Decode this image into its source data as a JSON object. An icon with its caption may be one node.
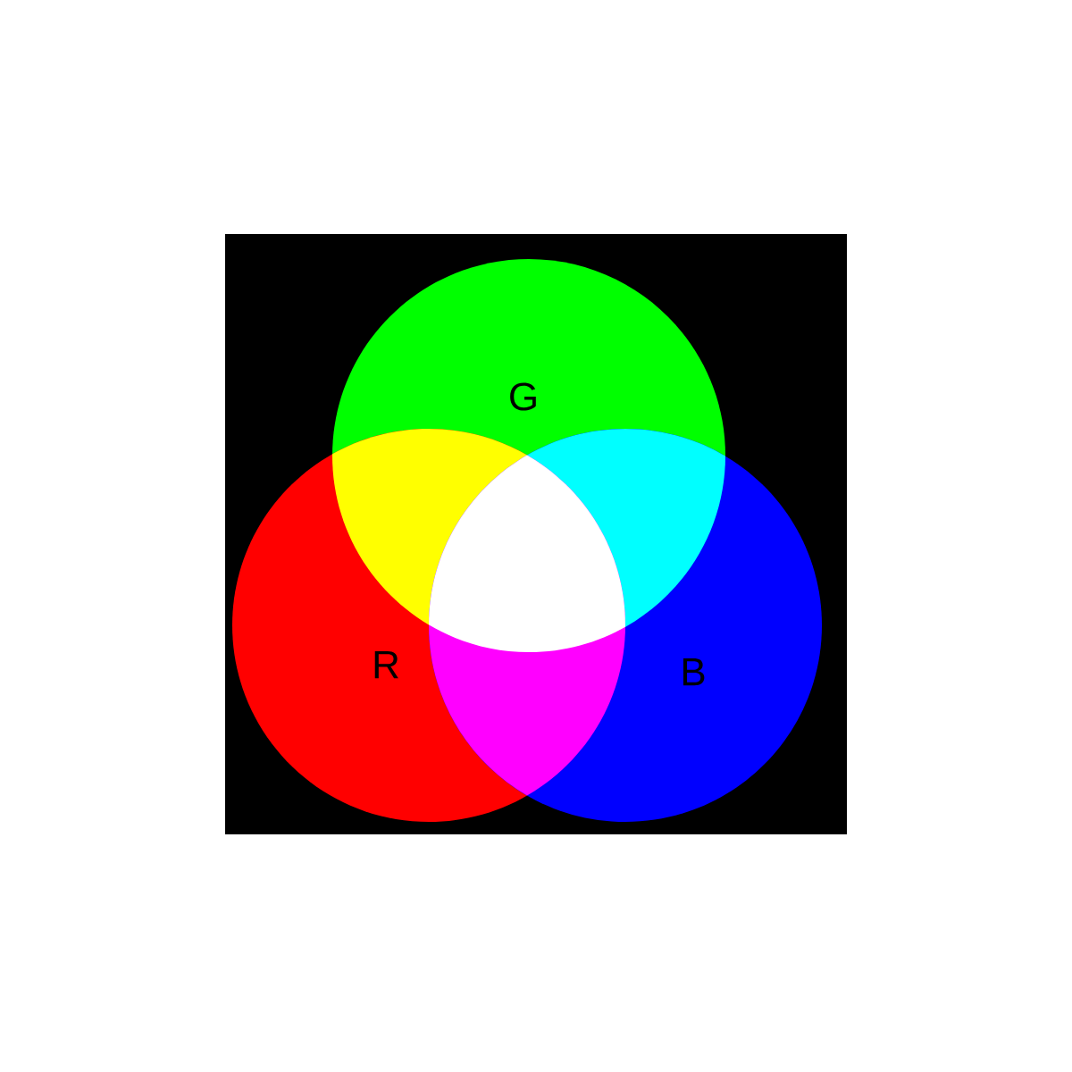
{
  "diagram": {
    "nodes": [
      {
        "text": [
          "G"
        ]
      },
      {
        "text": [
          "R"
        ]
      },
      {
        "text": [
          "B"
        ]
      }
    ]
  }
}
